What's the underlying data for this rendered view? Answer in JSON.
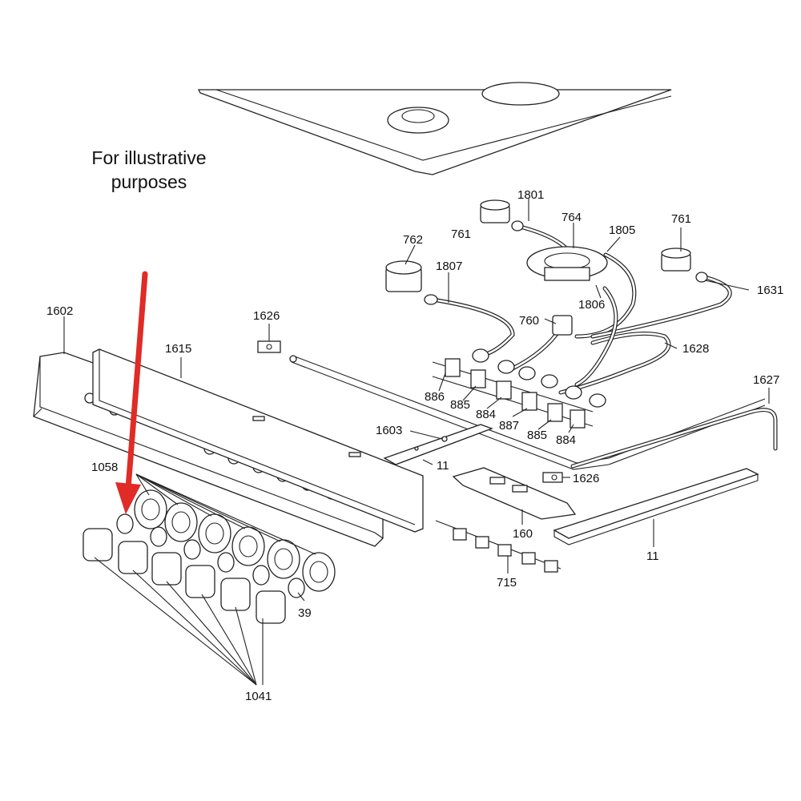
{
  "note": {
    "line1": "For illustrative",
    "line2": "purposes"
  },
  "labels": {
    "p1801": "1801",
    "p764": "764",
    "p761a": "761",
    "p761b": "761",
    "p1805": "1805",
    "p762": "762",
    "p1807": "1807",
    "p1631": "1631",
    "p1806": "1806",
    "p760": "760",
    "p1626a": "1626",
    "p1602": "1602",
    "p1615": "1615",
    "p1628": "1628",
    "p1627": "1627",
    "p886": "886",
    "p885a": "885",
    "p884a": "884",
    "p887": "887",
    "p885b": "885",
    "p884b": "884",
    "p1603": "1603",
    "p11a": "11",
    "p1626b": "1626",
    "p1058": "1058",
    "p160": "160",
    "p11b": "11",
    "p715": "715",
    "p39": "39",
    "p1041": "1041"
  },
  "colors": {
    "arrow": "#e02b26",
    "line": "#222222",
    "background": "#ffffff"
  }
}
